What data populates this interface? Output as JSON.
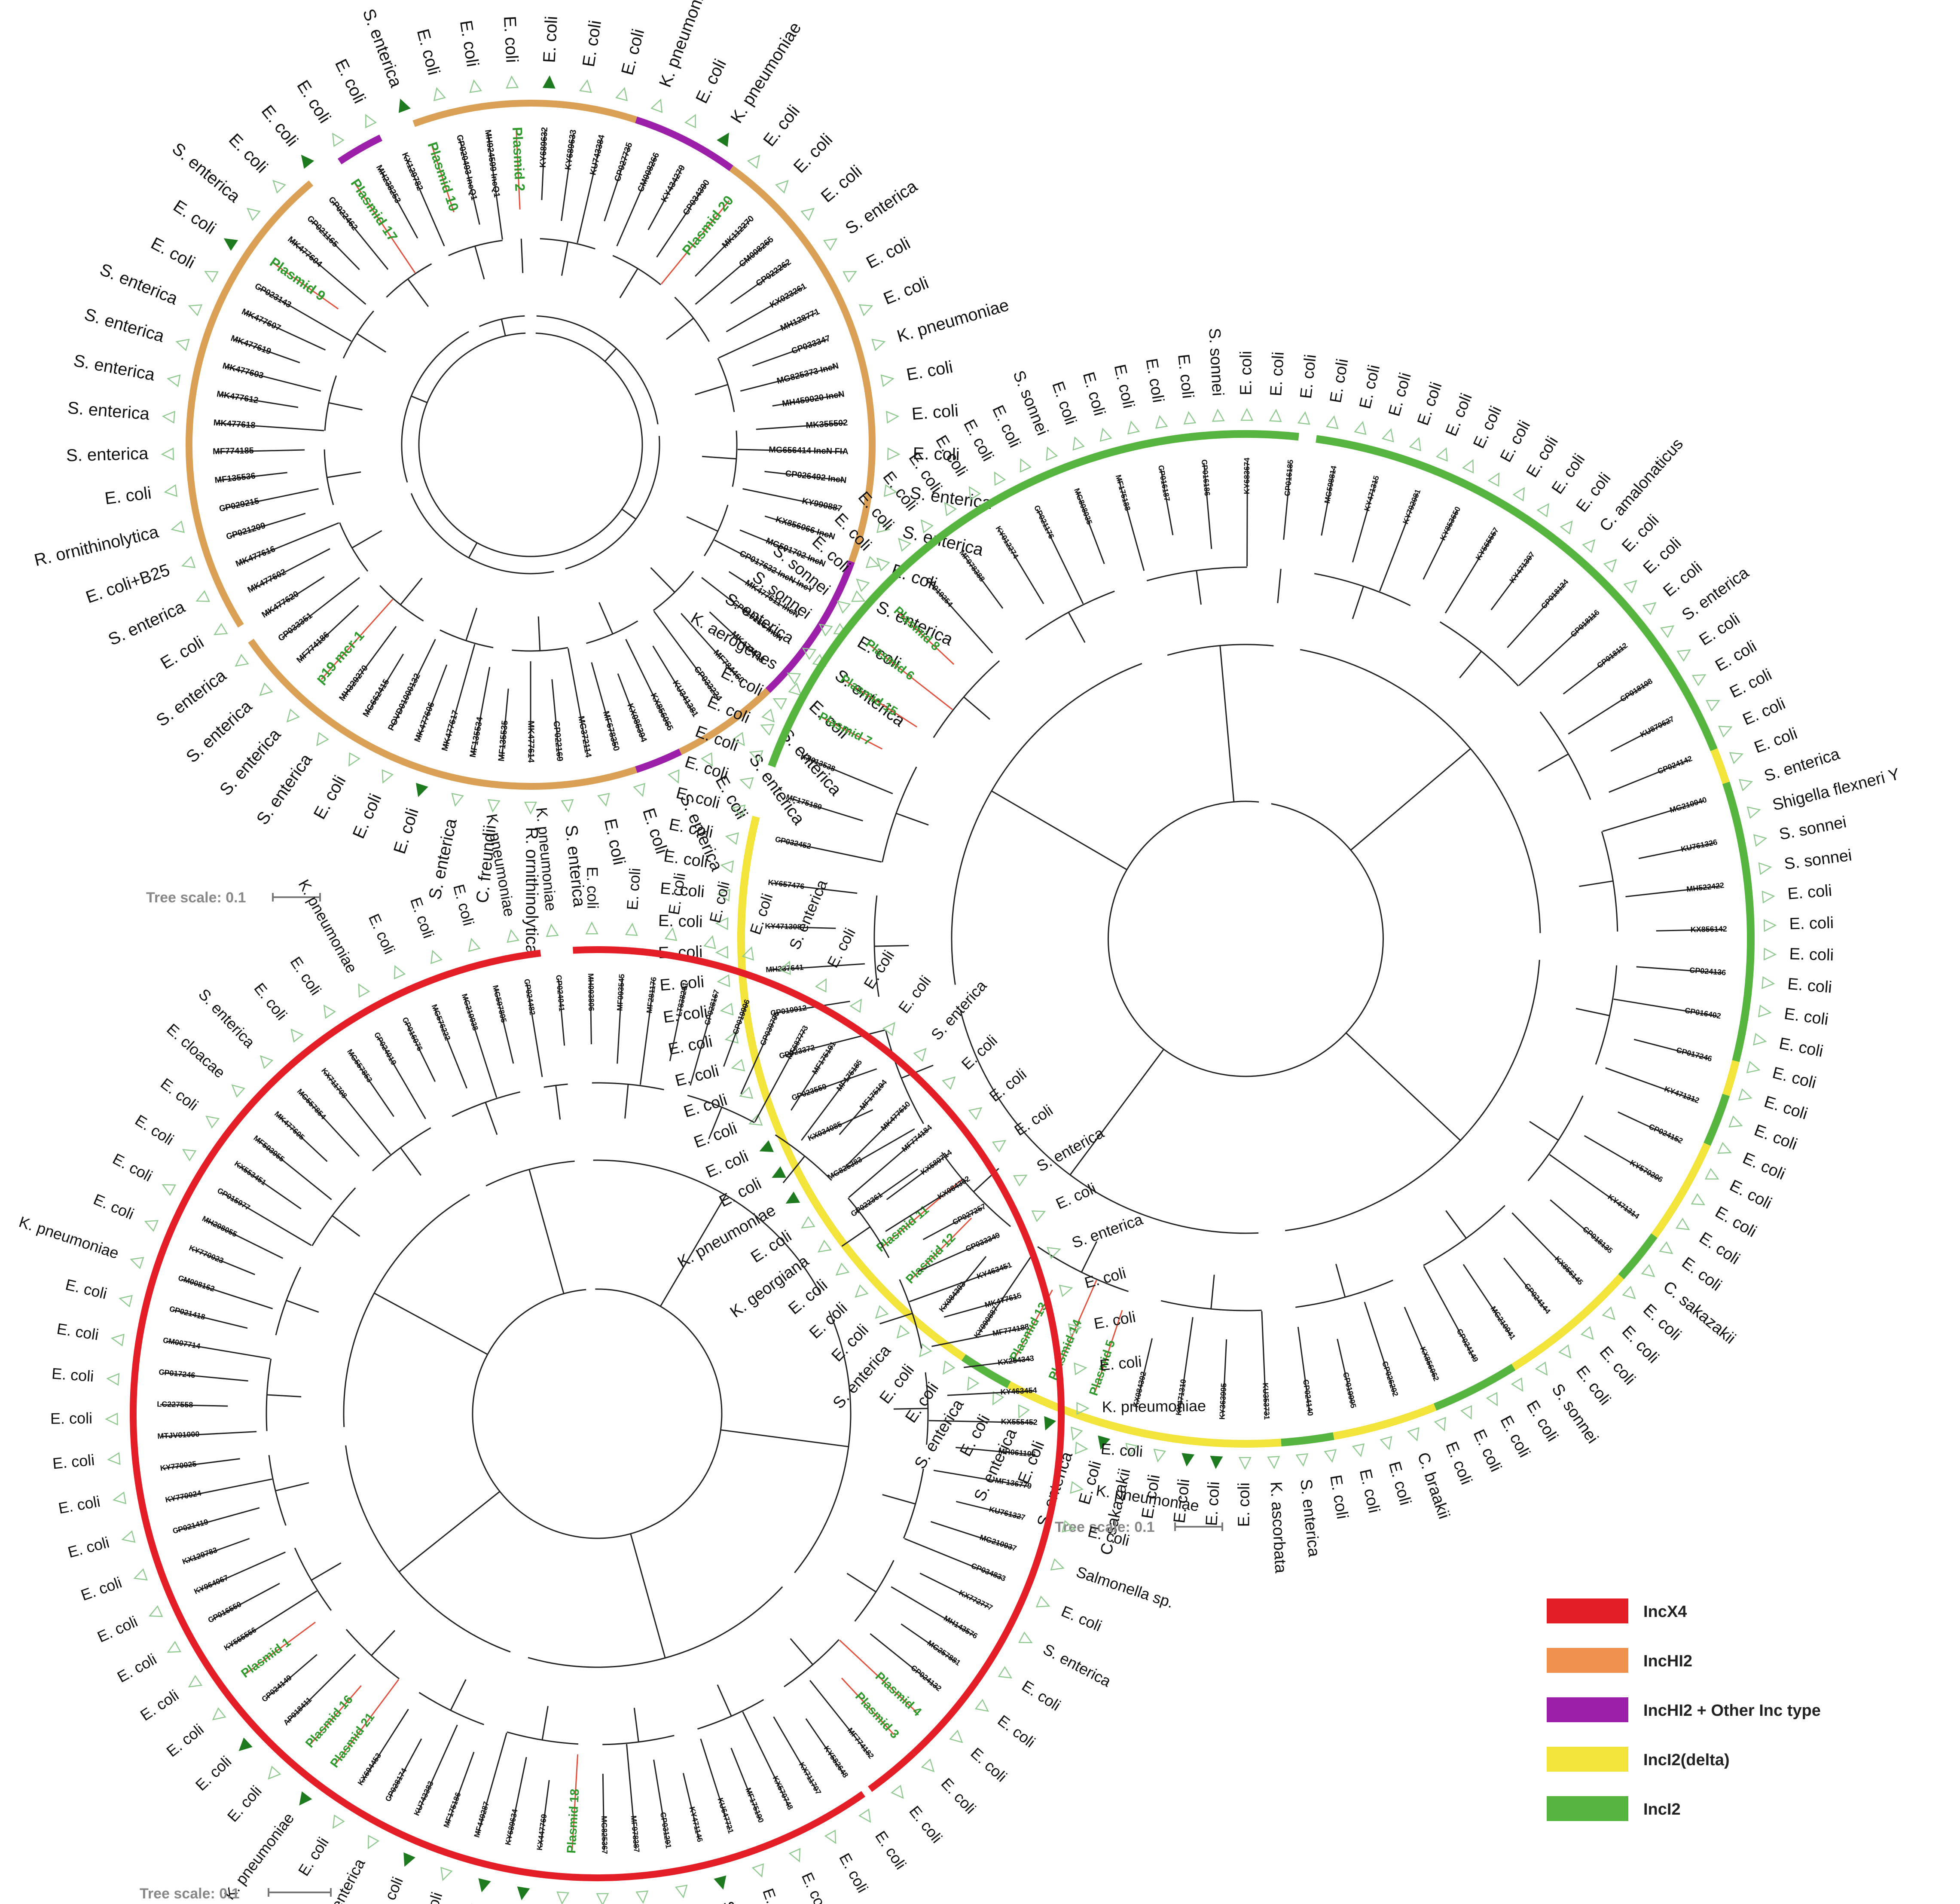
{
  "colors": {
    "IncX4": "#e41e26",
    "IncHI2": "#f0914d",
    "IncHI2_other": "#9b1fa8",
    "IncI2_delta": "#f2e43a",
    "IncI2": "#55b53f",
    "IncHI2_ring": "#d9a056",
    "branch": "#222222",
    "highlight_branch": "#e0503c",
    "plasmid_label": "#2e9a2e",
    "open_marker": "#8fc98f",
    "filled_marker": "#1e7a1e"
  },
  "legend": [
    {
      "label": "IncX4",
      "color_key": "IncX4"
    },
    {
      "label": "IncHI2",
      "color_key": "IncHI2"
    },
    {
      "label": "IncHI2 + Other Inc type",
      "color_key": "IncHI2_other"
    },
    {
      "label": "IncI2(delta)",
      "color_key": "IncI2_delta"
    },
    {
      "label": "IncI2",
      "color_key": "IncI2"
    }
  ],
  "trees": [
    {
      "id": "tree-inchi2",
      "scale_label": "Tree scale: 0.1",
      "segments": [
        {
          "from": 0,
          "to": 18,
          "color_key": "IncHI2_ring"
        },
        {
          "from": 18,
          "to": 36,
          "color_key": "IncHI2_other"
        },
        {
          "from": 36,
          "to": 110,
          "color_key": "IncHI2_ring"
        },
        {
          "from": 110,
          "to": 136,
          "color_key": "IncHI2_other"
        },
        {
          "from": 136,
          "to": 154,
          "color_key": "IncHI2_ring"
        },
        {
          "from": 154,
          "to": 162,
          "color_key": "IncHI2_other"
        },
        {
          "from": 162,
          "to": 235,
          "color_key": "IncHI2_ring"
        },
        {
          "from": 238,
          "to": 320,
          "color_key": "IncHI2_ring"
        },
        {
          "from": 326,
          "to": 334,
          "color_key": "IncHI2_other"
        },
        {
          "from": 340,
          "to": 360,
          "color_key": "IncHI2_ring"
        }
      ],
      "species": [
        "E. coli",
        "E. coli",
        "E. coli",
        "K. pneumoniae",
        "E. coli",
        "K. pneumoniae",
        "E. coli",
        "E. coli",
        "E. coli",
        "S. enterica",
        "E. coli",
        "E. coli",
        "K. pneumoniae",
        "E. coli",
        "E. coli",
        "E. coli",
        "S. enterica",
        "S. enterica",
        "E. coli",
        "S. enterica",
        "E. coli",
        "S. enterica",
        "E. coli",
        "S. enterica",
        "S. enterica",
        "E. coli",
        "S. enterica",
        "E. coli",
        "E. coli",
        "S. enterica",
        "R. ornithinolytica",
        "C. freundii",
        "S. enterica",
        "E. coli",
        "E. coli",
        "E. coli",
        "S. enterica",
        "S. enterica",
        "S. enterica",
        "S. enterica",
        "E. coli",
        "S. enterica",
        "E. coli+B25",
        "R. ornithinolytica",
        "E. coli",
        "S. enterica",
        "S. enterica",
        "S. enterica",
        "S. enterica",
        "S. enterica",
        "E. coli",
        "E. coli",
        "S. enterica",
        "E. coli",
        "E. coli",
        "E. coli",
        "E. coli",
        "S. enterica",
        "E. coli",
        "E. coli",
        "E. coli"
      ],
      "filled_markers": [
        0,
        5,
        33,
        51,
        54,
        57
      ],
      "accessions": [
        "KY689632",
        "KY689633",
        "KU743384",
        "CP027735",
        "CM008266",
        "KY434279",
        "CP034390",
        "Plasmid 20",
        "MK112270",
        "CM008265",
        "CP022262",
        "KX023261",
        "MH128771",
        "CP033347",
        "MG825373 IncN",
        "MH459020 IncN",
        "MK355502",
        "MG656414 IncN FIA",
        "CP026492 IncN",
        "KY990887",
        "KX856066 IncN",
        "MG591702 IncN",
        "CP017632 IncN IncY",
        "MK477611 IncN",
        "CP019214 IncN",
        "MK477608",
        "MF784460",
        "CP033224",
        "KU341381",
        "KX856065",
        "KX086394",
        "MF678350",
        "MG372114",
        "CP022169",
        "MK477614",
        "MF135535",
        "MF135534",
        "MK477617",
        "MK477606",
        "POVD01000132",
        "MG662415",
        "MH329270",
        "p19 mcr-1",
        "MF774186",
        "CP033351",
        "MK477620",
        "MK477602",
        "MK477616",
        "CP021209",
        "CP029215",
        "MF135536",
        "MF774185",
        "MK477618",
        "MK477612",
        "MK477603",
        "MK477619",
        "MK477607",
        "CP023143",
        "Plasmid 9",
        "MK477604",
        "CP021165",
        "CP022462",
        "Plasmid 17",
        "MH238253",
        "KX129782",
        "Plasmid 10",
        "CP020493 IncQ1",
        "MH924599 IncQ1",
        "Plasmid 2"
      ],
      "highlighted_accessions": [
        "Plasmid 20",
        "Plasmid 9",
        "Plasmid 17",
        "Plasmid 10",
        "Plasmid 2",
        "p19 mcr-1"
      ]
    },
    {
      "id": "tree-inci2",
      "scale_label": "Tree scale: 0.1",
      "segments": [
        {
          "from": 0,
          "to": 60,
          "color_key": "IncI2"
        },
        {
          "from": 60,
          "to": 64,
          "color_key": "IncI2_delta"
        },
        {
          "from": 64,
          "to": 96,
          "color_key": "IncI2"
        },
        {
          "from": 96,
          "to": 100,
          "color_key": "IncI2_delta"
        },
        {
          "from": 100,
          "to": 106,
          "color_key": "IncI2"
        },
        {
          "from": 106,
          "to": 118,
          "color_key": "IncI2_delta"
        },
        {
          "from": 118,
          "to": 124,
          "color_key": "IncI2"
        },
        {
          "from": 124,
          "to": 140,
          "color_key": "IncI2_delta"
        },
        {
          "from": 140,
          "to": 150,
          "color_key": "IncI2"
        },
        {
          "from": 150,
          "to": 162,
          "color_key": "IncI2_delta"
        },
        {
          "from": 162,
          "to": 168,
          "color_key": "IncI2"
        },
        {
          "from": 168,
          "to": 200,
          "color_key": "IncI2_delta"
        },
        {
          "from": 200,
          "to": 206,
          "color_key": "IncI2"
        },
        {
          "from": 206,
          "to": 276,
          "color_key": "IncI2_delta"
        },
        {
          "from": 282,
          "to": 358,
          "color_key": "IncI2"
        }
      ],
      "species": [
        "E. coli",
        "E. coli",
        "E. coli",
        "E. coli",
        "E. coli",
        "E. coli",
        "E. coli",
        "E. coli",
        "E. coli",
        "E. coli",
        "C. amalonaticus",
        "E. coli",
        "E. coli",
        "E. coli",
        "S. enterica",
        "E. coli",
        "E. coli",
        "E. coli",
        "E. coli",
        "E. coli",
        "S. enterica",
        "Shigella flexneri Y",
        "S. sonnei",
        "S. sonnei",
        "E. coli",
        "E. coli",
        "E. coli",
        "E. coli",
        "E. coli",
        "E. coli",
        "E. coli",
        "E. coli",
        "E. coli",
        "E. coli",
        "E. coli",
        "E. coli",
        "E. coli",
        "E. coli",
        "C. sakazakii",
        "E. coli",
        "E. coli",
        "E. coli",
        "E. coli",
        "S. sonnei",
        "E. coli",
        "E. coli",
        "E. coli",
        "E. coli",
        "C. braakii",
        "E. coli",
        "E. coli",
        "E. coli",
        "S. enterica",
        "K. ascorbata",
        "E. coli",
        "E. coli",
        "E. coli",
        "E. coli",
        "C. sakazakii",
        "E. coli",
        "S. enterica",
        "E. coli",
        "S. enterica",
        "E. coli",
        "S. enterica",
        "E. coli",
        "E. coli",
        "S. enterica",
        "E. coli",
        "E. coli",
        "E. coli",
        "K. georgiana",
        "E. coli",
        "K. pneumoniae",
        "E. coli",
        "E. coli",
        "E. coli",
        "E. coli",
        "E. coli",
        "E. coli",
        "E. coli",
        "E. coli",
        "E. coli",
        "E. coli",
        "E. coli",
        "E. coli",
        "E. coli",
        "E. coli",
        "E. coli",
        "E. coli",
        "E. coli",
        "E. coli",
        "K. aerogenes",
        "S. enterica",
        "S. sonnei",
        "S. sonnei",
        "E. coli",
        "E. coli",
        "E. coli",
        "E. coli",
        "E. coli",
        "E. coli",
        "E. coli",
        "E. coli",
        "S. sonnei",
        "E. coli",
        "E. coli",
        "E. coli",
        "E. coli",
        "E. coli",
        "S. sonnei",
        "E. coli",
        "E. coli",
        "E. coli"
      ],
      "filled_markers": [
        55,
        56,
        59,
        61,
        73,
        74,
        75
      ],
      "accessions": [
        "MG598814",
        "KY471315",
        "KY792081",
        "KY853650",
        "KY565557",
        "KY471307",
        "CP018124",
        "CP018116",
        "CP018112",
        "CP018108",
        "KU870627",
        "CP024142",
        "MG210940",
        "KU761326",
        "MH522422",
        "KX856142",
        "CP024136",
        "CP016402",
        "CP017246",
        "KY471312",
        "CP024152",
        "KY570206",
        "KY471314",
        "CP018135",
        "KX856145",
        "CP024144",
        "MG210941",
        "CP024149",
        "KX856062",
        "CP026202",
        "CP019905",
        "CP024140",
        "KU353731",
        "KY363995",
        "KY471310",
        "KX084392",
        "Plasmid 5",
        "Plasmid 14",
        "Plasmid 13",
        "KY990887",
        "KX084393",
        "Plasmid 12",
        "Plasmid 11",
        "CP022361",
        "MG825383",
        "KX034085",
        "CP023559",
        "CP023372",
        "CP019912",
        "MH237641",
        "KY471308",
        "KY657476",
        "CP032452",
        "MF175189",
        "KX013538",
        "Plasmid 7",
        "Plasmid 15",
        "Plasmid 6",
        "Plasmid 8",
        "CP019254",
        "MF978388",
        "KY012274",
        "CP021176",
        "MG808035",
        "MF175188",
        "CP016187",
        "CP016186",
        "KY683674",
        "CP016185"
      ],
      "highlighted_accessions": [
        "Plasmid 5",
        "Plasmid 14",
        "Plasmid 13",
        "Plasmid 12",
        "Plasmid 11",
        "Plasmid 7",
        "Plasmid 15",
        "Plasmid 6",
        "Plasmid 8"
      ]
    },
    {
      "id": "tree-incx4",
      "scale_label": "Tree scale: 0.1",
      "segments": [
        {
          "from": 0,
          "to": 140,
          "color_key": "IncX4"
        },
        {
          "from": 140,
          "to": 147,
          "color_key": "IncX4"
        },
        {
          "from": 148,
          "to": 356,
          "color_key": "IncX4"
        }
      ],
      "species": [
        "E. coli",
        "E. coli",
        "E. coli",
        "E. coli",
        "E. coli",
        "S. enterica",
        "E. coli",
        "E. coli",
        "E. coli",
        "S. enterica",
        "E. coli",
        "E. coli",
        "E. coli",
        "S. enterica",
        "E. coli",
        "S. enterica",
        "E. coli",
        "E. coli",
        "E. coli",
        "K. pneumoniae",
        "E. coli",
        "K. pneumoniae",
        "E. coli",
        "Salmonella sp.",
        "E. coli",
        "S. enterica",
        "E. coli",
        "E. coli",
        "E. coli",
        "E. coli",
        "E. coli",
        "E. coli",
        "E. coli",
        "E. coli",
        "E. coli",
        "S. enterica",
        "E. coli",
        "E. coli",
        "E. coli",
        "E. coli",
        "E. coli",
        "E. coli",
        "E. coli",
        "E. coli",
        "S. enterica",
        "E. coli",
        "K. pneumoniae",
        "E. coli",
        "E. coli",
        "E. coli",
        "E. coli",
        "E. coli",
        "E. coli",
        "E. coli",
        "E. coli",
        "E. coli",
        "E. coli",
        "E. coli",
        "E. coli",
        "E. coli",
        "E. coli",
        "K. pneumoniae",
        "E. coli",
        "E. coli",
        "E. coli",
        "E. coli",
        "E. cloacae",
        "S. enterica",
        "E. coli",
        "E. coli",
        "K. pneumoniae",
        "E. coli",
        "E. coli",
        "E. coli",
        "K. pneumoniae",
        "K. pneumoniae"
      ],
      "filled_markers": [
        35,
        40,
        41,
        43,
        46,
        48
      ],
      "accessions": [
        "MH093806",
        "MF093545",
        "MF281176",
        "LT838201",
        "CP028167",
        "CP019906",
        "CP039795",
        "MF687773",
        "MF175191",
        "MF175185",
        "MF175194",
        "MK477610",
        "MF774184",
        "KX580714",
        "KX084392",
        "CP027257",
        "CP033349",
        "KY463451",
        "MK477615",
        "MF774188",
        "KX254343",
        "KY463454",
        "KX555452",
        "MH061196",
        "MF136779",
        "KU761327",
        "MG210937",
        "CP034833",
        "KX772777",
        "MH143576",
        "MG257881",
        "CP024132",
        "Plasmid 4",
        "Plasmid 3",
        "MF774182",
        "KY582648",
        "KX711707",
        "KX570748",
        "MF175190",
        "KU647721",
        "KY471146",
        "CP031291",
        "MF978387",
        "MG825367",
        "Plasmid 18",
        "KX447769",
        "KY689634",
        "MF449287",
        "MF175186",
        "KU743383",
        "CP028174",
        "KX694453",
        "Plasmid 21",
        "Plasmid 16",
        "AP018411",
        "CP024149",
        "Plasmid 1",
        "KY565556",
        "CP016550",
        "KY964067",
        "KX129783",
        "CP021419",
        "KY770024",
        "KY770025",
        "MTJV01000",
        "LC227558",
        "CP017246",
        "CM007714",
        "CP021418",
        "CM008162",
        "KY770023",
        "MH298055",
        "CP015977",
        "KX553451",
        "MF593955",
        "MK477605",
        "MG557854",
        "KX711708",
        "MG557853",
        "CP024019",
        "CP016076",
        "MG576222",
        "MG210938",
        "MG597895",
        "CP024482",
        "CP024041"
      ],
      "highlighted_accessions": [
        "Plasmid 4",
        "Plasmid 3",
        "Plasmid 18",
        "Plasmid 21",
        "Plasmid 16",
        "Plasmid 1"
      ]
    }
  ]
}
